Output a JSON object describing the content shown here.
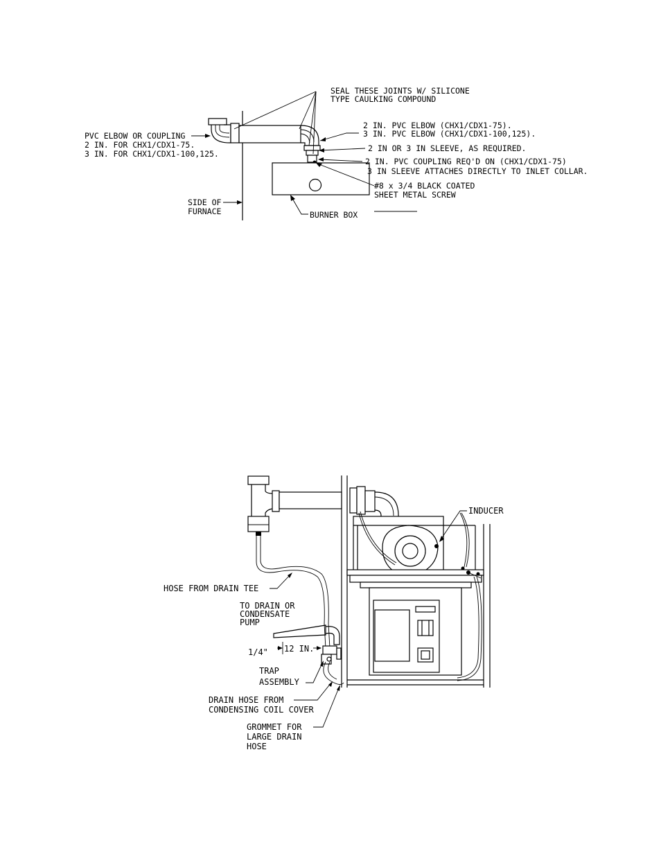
{
  "figure1": {
    "labels": {
      "seal_1": "SEAL THESE JOINTS W/ SILICONE",
      "seal_2": "TYPE CAULKING COMPOUND",
      "elbow_1": "2 IN. PVC ELBOW (CHX1/CDX1-75).",
      "elbow_2": "3 IN. PVC ELBOW (CHX1/CDX1-100,125).",
      "sleeve": "2 IN OR 3 IN SLEEVE, AS REQUIRED.",
      "coupling_1": "2 IN. PVC COUPLING REQ'D ON (CHX1/CDX1-75)",
      "coupling_2": "3 IN SLEEVE ATTACHES DIRECTLY TO INLET COLLAR.",
      "pvc_1": "PVC ELBOW OR COUPLING",
      "pvc_2": "2 IN. FOR CHX1/CDX1-75.",
      "pvc_3": "3 IN. FOR CHX1/CDX1-100,125.",
      "screw_1": "#8 x 3/4 BLACK COATED",
      "screw_2": "SHEET METAL SCREW",
      "side_1": "SIDE OF",
      "side_2": "FURNACE",
      "burner": "BURNER BOX"
    }
  },
  "figure2": {
    "labels": {
      "inducer": "INDUCER",
      "hose_tee": "HOSE FROM DRAIN TEE",
      "to_drain_1": "TO DRAIN OR",
      "to_drain_2": "CONDENSATE",
      "to_drain_3": "PUMP",
      "quarter": "1/4\"",
      "twelve": "12 IN.",
      "trap_1": "TRAP",
      "trap_2": "ASSEMBLY",
      "drain_hose_1": "DRAIN HOSE FROM",
      "drain_hose_2": "CONDENSING COIL COVER",
      "grommet_1": "GROMMET FOR",
      "grommet_2": "LARGE DRAIN",
      "grommet_3": "HOSE"
    }
  }
}
